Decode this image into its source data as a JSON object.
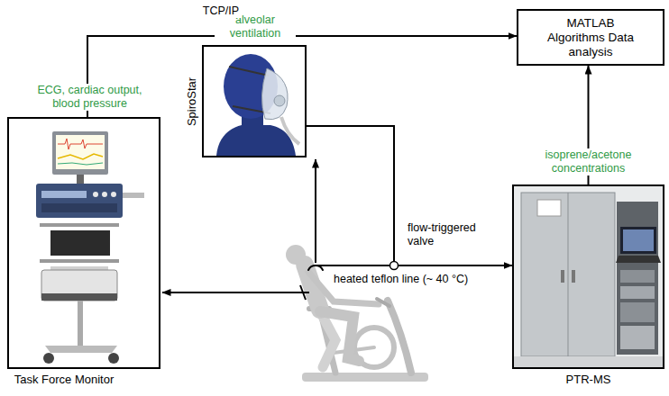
{
  "diagram": {
    "nodes": [
      {
        "text": [
          "MATLAB Algorithms Data analysis"
        ]
      },
      {
        "text": [
          "SpiroStar"
        ]
      },
      {
        "text": [
          "Task Force Monitor"
        ]
      },
      {
        "text": [
          "PTR-MS"
        ]
      }
    ],
    "edges": [
      {
        "from": 2,
        "to": 0,
        "arrow": "to",
        "label": "TCP/IP"
      },
      {
        "from": 3,
        "to": 0,
        "arrow": "to"
      },
      {
        "from": 1,
        "to": 3,
        "arrow": "to"
      }
    ],
    "labels": [
      "ECG, cardiac output, blood pressure",
      "alveolar ventilation",
      "isoprene/acetone concentrations",
      "flow-triggered valve",
      "heated teflon line (~ 40 °C)"
    ]
  }
}
